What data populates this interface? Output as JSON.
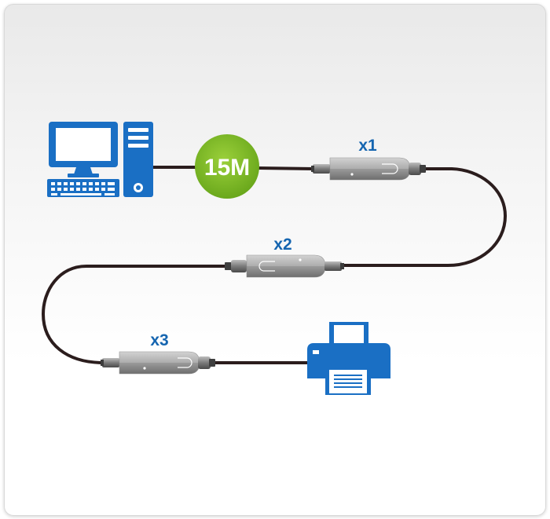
{
  "diagram": {
    "length_badge": "15M",
    "extenders": [
      {
        "label": "x1"
      },
      {
        "label": "x2"
      },
      {
        "label": "x3"
      }
    ],
    "source_device": "computer-icon",
    "target_device": "printer-icon",
    "colors": {
      "device_blue": "#1a6fc4",
      "badge_green": "#7cb724",
      "label_blue": "#1565b0",
      "cable": "#2b1d1d"
    }
  }
}
